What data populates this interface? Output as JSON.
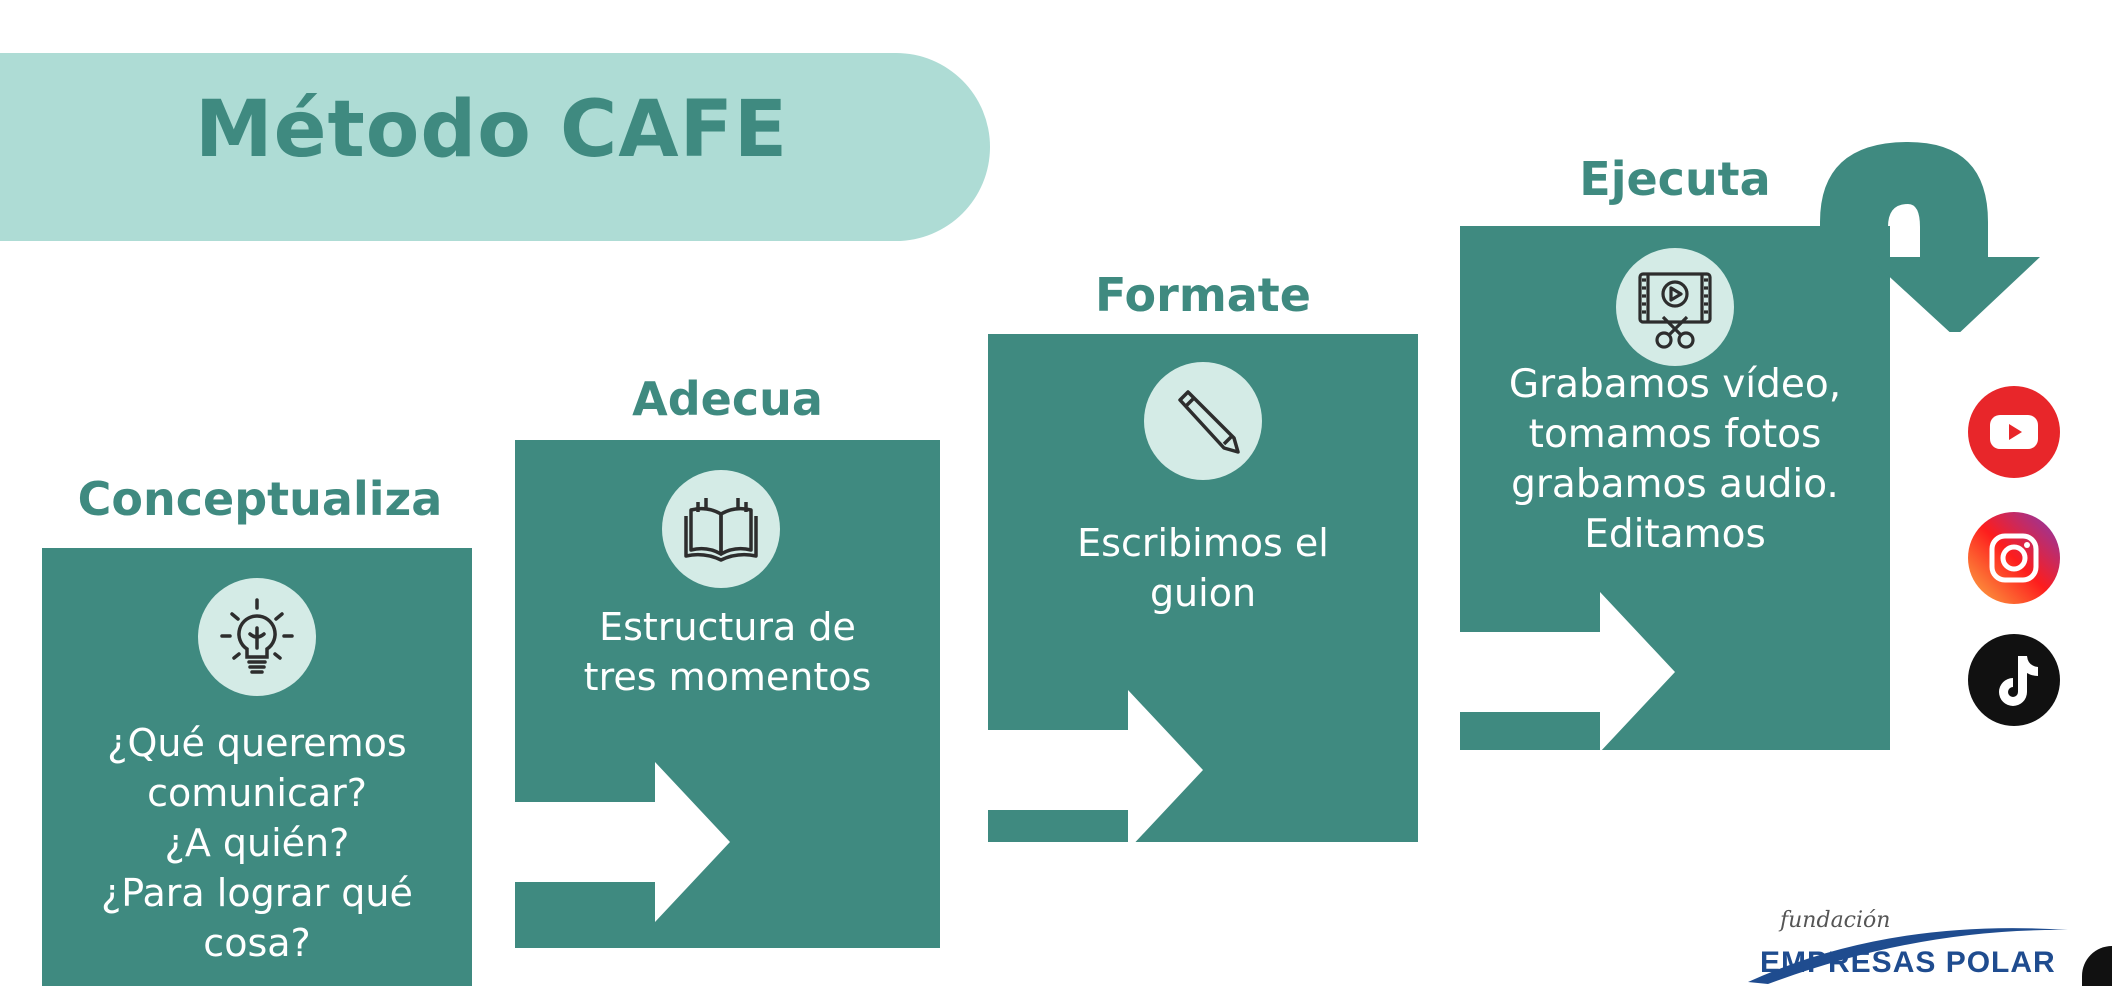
{
  "title": "Método CAFE",
  "steps": [
    {
      "title": "Conceptualiza",
      "text": [
        "¿Qué queremos",
        "comunicar?",
        "¿A quién?",
        "¿Para lograr qué",
        "cosa?"
      ],
      "icon": "lightbulb-icon"
    },
    {
      "title": "Adecua",
      "text": [
        "Estructura de",
        "tres momentos"
      ],
      "icon": "book-icon"
    },
    {
      "title": "Formate",
      "text": [
        "Escribimos el",
        "guion"
      ],
      "icon": "pencil-icon"
    },
    {
      "title": "Ejecuta",
      "text": [
        "Grabamos vídeo,",
        "tomamos fotos",
        "grabamos audio.",
        "Editamos"
      ],
      "icon": "video-edit-icon"
    }
  ],
  "social": [
    "youtube-icon",
    "instagram-icon",
    "tiktok-icon"
  ],
  "logo": {
    "line1": "fundación",
    "line2": "EMPRESAS POLAR"
  },
  "colors": {
    "teal": "#3f8a80",
    "banner": "#aedcd5",
    "icon_bg": "#d4ebe6"
  }
}
